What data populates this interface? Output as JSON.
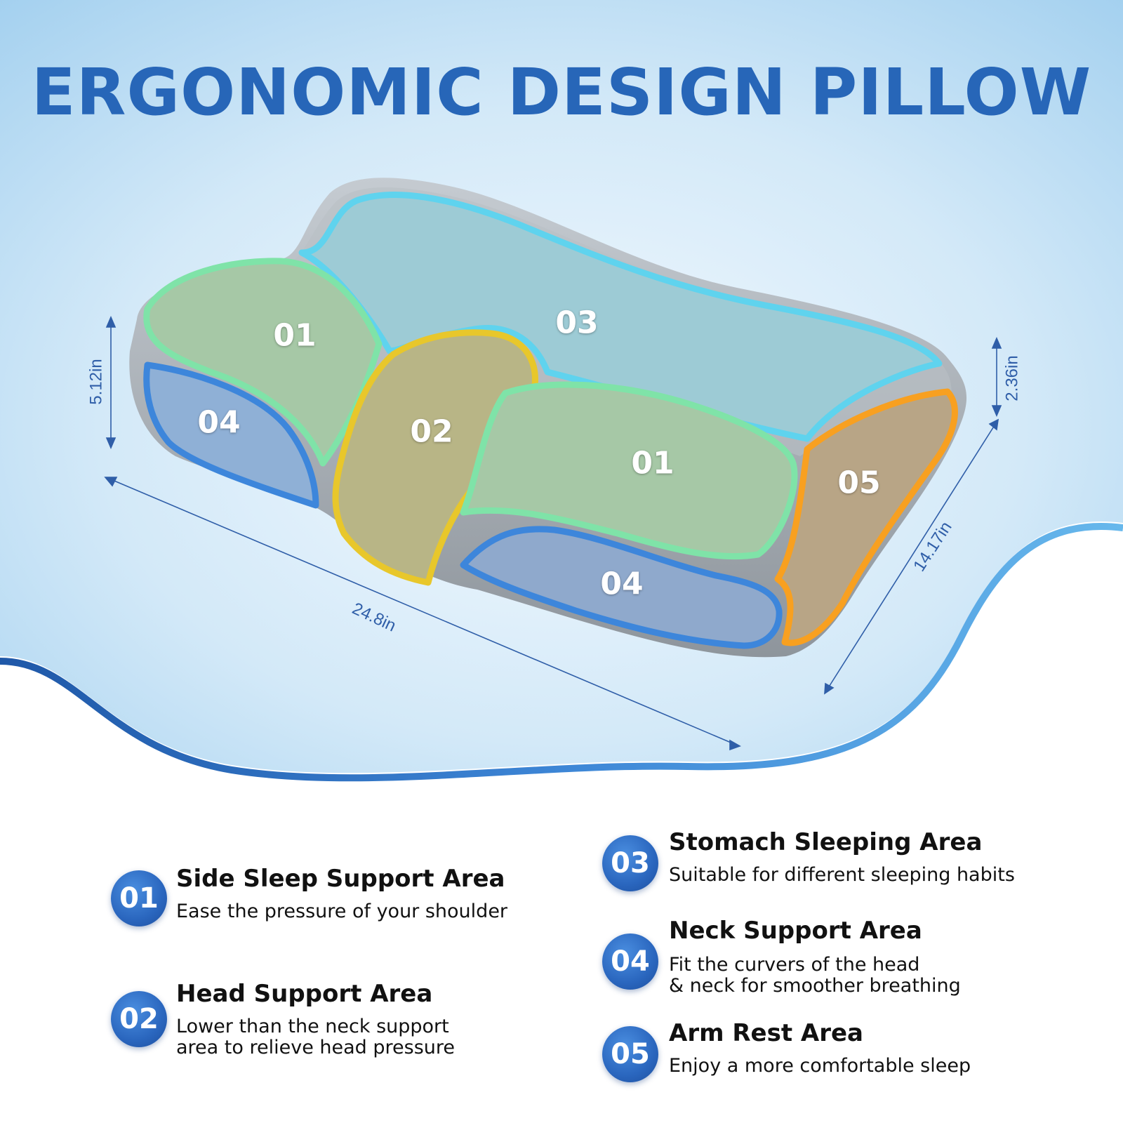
{
  "title": "ERGONOMIC DESIGN PILLOW",
  "pillow": {
    "zones": [
      "01",
      "01",
      "02",
      "03",
      "04",
      "04",
      "05"
    ]
  },
  "dimensions": {
    "height_left": "5.12in",
    "height_right": "2.36in",
    "length": "24.8in",
    "width": "14.17in"
  },
  "features": [
    {
      "number": "01",
      "title": "Side Sleep Support Area",
      "description": "Ease the pressure of your shoulder"
    },
    {
      "number": "02",
      "title": "Head Support Area",
      "description": "Lower than the neck support\narea to relieve head pressure"
    },
    {
      "number": "03",
      "title": "Stomach Sleeping Area",
      "description": "Suitable for different sleeping habits"
    },
    {
      "number": "04",
      "title": "Neck Support Area",
      "description": "Fit the curvers of the head\n& neck for smoother breathing"
    },
    {
      "number": "05",
      "title": "Arm Rest Area",
      "description": "Enjoy a more comfortable sleep"
    }
  ],
  "colors": {
    "title": "#2766b8",
    "zone_01": "#7fe3a8",
    "zone_02": "#e8c72b",
    "zone_03": "#5fd3ee",
    "zone_04": "#3d86db",
    "zone_05": "#f8a020",
    "badge": "#2a66be"
  }
}
